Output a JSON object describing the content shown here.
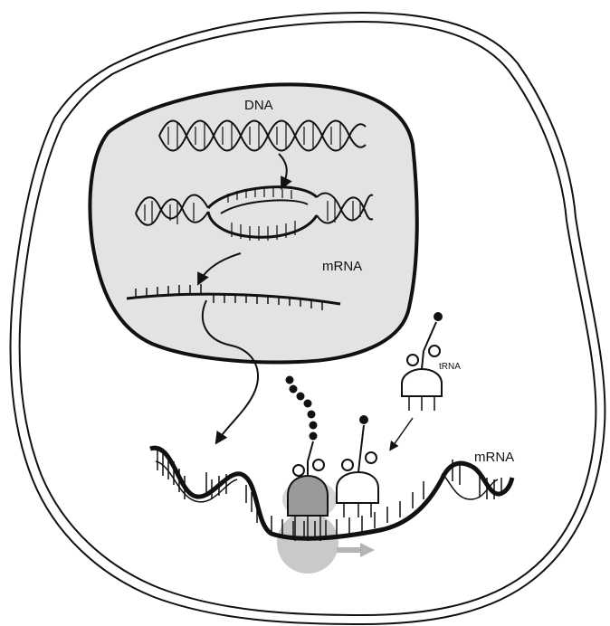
{
  "labels": {
    "dna": "DNA",
    "mrna_nucleus": "mRNA",
    "trna": "tRNA",
    "mrna_cytoplasm": "mRNA"
  },
  "colors": {
    "nucleus_fill": "#e3e3e3",
    "ribosome_fill": "#c9c9c9",
    "ribosome_arrow": "#b5b5b5",
    "outline": "#111111"
  }
}
